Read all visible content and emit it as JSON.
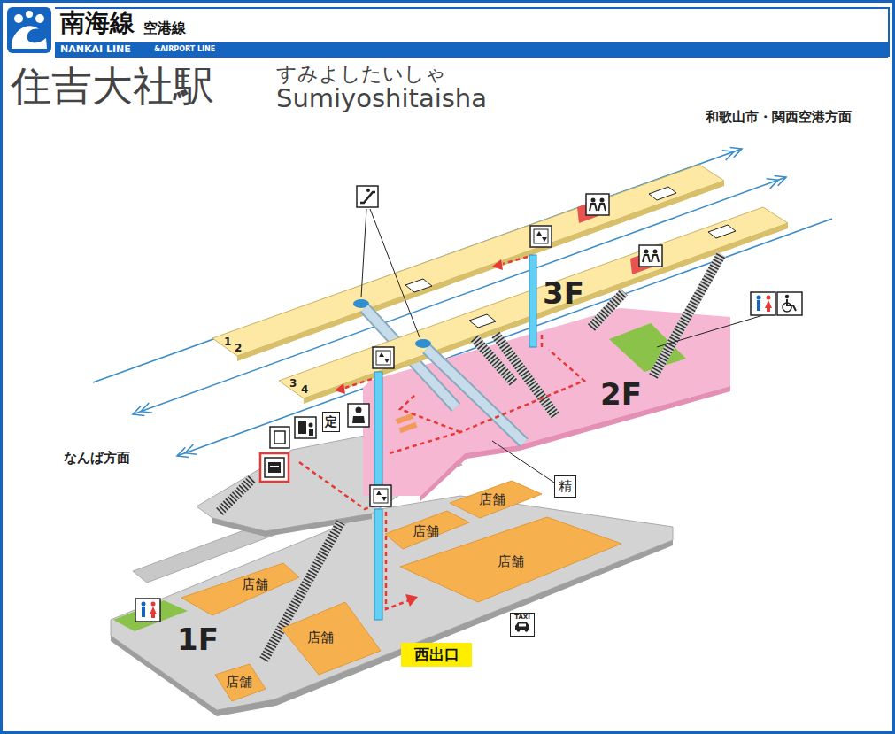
{
  "diagram": {
    "title": "住吉大社駅",
    "nodes": [
      {
        "text": [
          "南海線",
          "空港線",
          "NANKAI LINE",
          "&AIRPORT LINE"
        ]
      },
      {
        "text": [
          "定"
        ]
      },
      {
        "text": [
          "精"
        ]
      },
      {
        "text": [
          "店舗"
        ]
      },
      {
        "text": [
          "店舗"
        ]
      },
      {
        "text": [
          "店舗"
        ]
      },
      {
        "text": [
          "店舗"
        ]
      },
      {
        "text": [
          "TAXI"
        ]
      },
      {
        "text": [
          "店舗"
        ]
      },
      {
        "text": [
          "西出口"
        ]
      },
      {
        "text": [
          "店舗"
        ]
      }
    ],
    "labels": [
      "すみよしたいしゃ",
      "Sumiyoshitaisha",
      "和歌山市・関西空港方面",
      "なんば方面",
      "1",
      "2",
      "3",
      "4",
      "3F",
      "2F",
      "1F"
    ]
  }
}
